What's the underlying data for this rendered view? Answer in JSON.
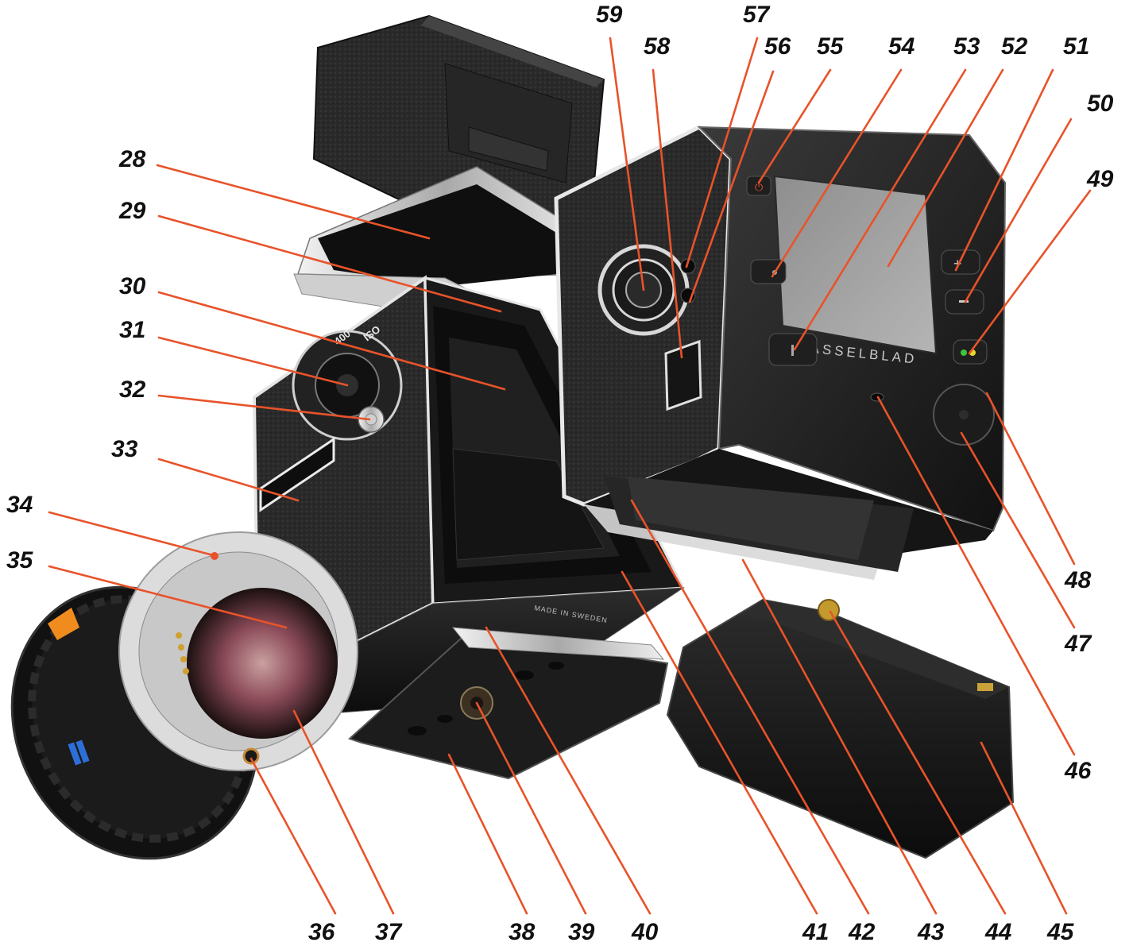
{
  "labels": [
    "28",
    "29",
    "30",
    "31",
    "32",
    "33",
    "34",
    "35",
    "36",
    "37",
    "38",
    "39",
    "40",
    "41",
    "42",
    "43",
    "44",
    "45",
    "46",
    "47",
    "48",
    "49",
    "50",
    "51",
    "52",
    "53",
    "54",
    "55",
    "56",
    "57",
    "58",
    "59"
  ],
  "printed_text": {
    "brand": "HASSELBLAD",
    "made_in": "MADE IN SWEDEN",
    "iso": "ISO",
    "iso_value": "400"
  },
  "colors": {
    "leader": "#e8532a",
    "label_text": "#111111",
    "body_black": "#1d1d1d",
    "chrome": "#d9d9d9",
    "screen": "#9a9a9a"
  }
}
